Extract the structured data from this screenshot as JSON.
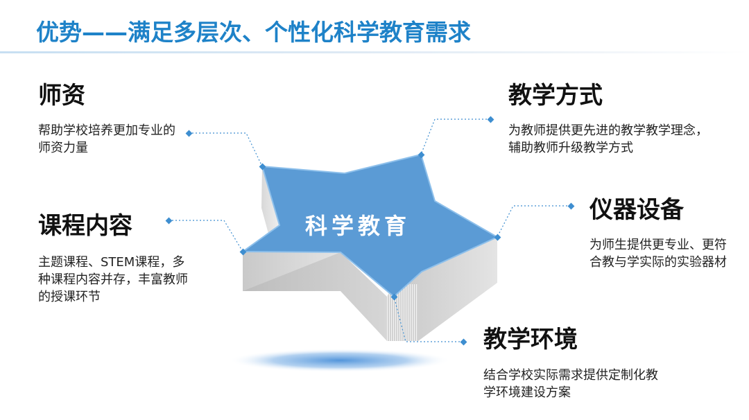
{
  "title": "优势——满足多层次、个性化科学教育需求",
  "center": "科学教育",
  "items": [
    {
      "heading": "师资",
      "desc": "帮助学校培养更加专业的师资力量"
    },
    {
      "heading": "课程内容",
      "desc": "主题课程、STEM课程，多种课程内容并存，丰富教师的授课环节"
    },
    {
      "heading": "教学方式",
      "desc": "为教师提供更先进的教学教学理念，辅助教师升级教学方式"
    },
    {
      "heading": "仪器设备",
      "desc": "为师生提供更专业、更符合教与学实际的实验器材"
    },
    {
      "heading": "教学环境",
      "desc": "结合学校实际需求提供定制化教学环境建设方案"
    }
  ],
  "colors": {
    "title": "#1e82c8",
    "star_face": "#5b9bd5",
    "star_side": "#c8c8c8",
    "connector": "#3e8ed0"
  }
}
